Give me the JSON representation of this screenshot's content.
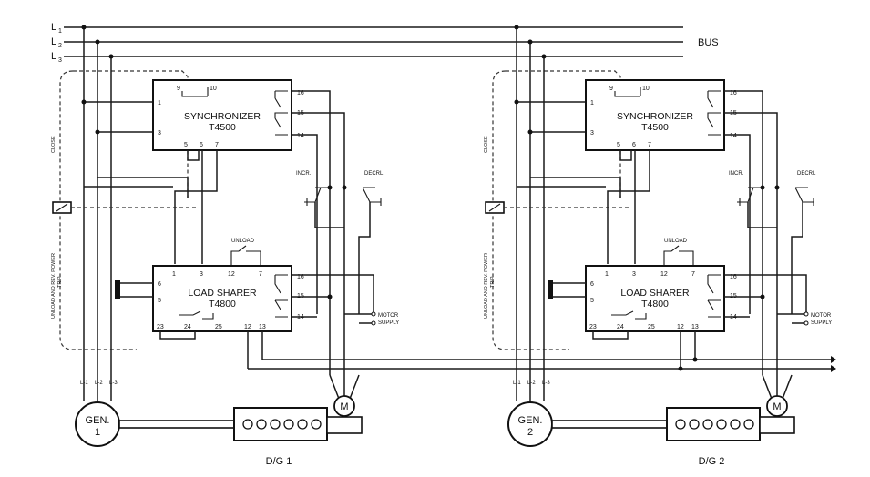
{
  "bus": {
    "lines": [
      {
        "letter": "L",
        "sub": "1"
      },
      {
        "letter": "L",
        "sub": "2"
      },
      {
        "letter": "L",
        "sub": "3"
      }
    ],
    "label": "BUS"
  },
  "units": [
    {
      "synchronizer": {
        "title": "SYNCHRONIZER",
        "model": "T4500",
        "pins": {
          "p9": "9",
          "p10": "10",
          "p1": "1",
          "p3": "3",
          "p5": "5",
          "p6": "6",
          "p7": "7",
          "p16": "16",
          "p15": "15",
          "p14": "14"
        }
      },
      "load_sharer": {
        "title": "LOAD SHARER",
        "model": "T4800",
        "pins": {
          "p1": "1",
          "p3": "3",
          "p12": "12",
          "p7": "7",
          "p6": "6",
          "p5": "5",
          "p16": "16",
          "p15": "15",
          "p14": "14",
          "p23": "23",
          "p24": "24",
          "p25": "25",
          "p12b": "12",
          "p13": "13"
        }
      },
      "labels": {
        "close": "CLOSE",
        "unload": "UNLOAD",
        "incr": "INCR.",
        "decr": "DECRL",
        "unload_rev": "UNLOAD AND REV. POWER",
        "trip": "TRIP",
        "motor_supply_1": "MOTOR",
        "motor_supply_2": "SUPPLY"
      },
      "phases": [
        "L-1",
        "L-2",
        "L-3"
      ],
      "motor": "M",
      "generator": {
        "line1": "GEN.",
        "line2": "1"
      },
      "engine_label": "D/G 1"
    },
    {
      "synchronizer": {
        "title": "SYNCHRONIZER",
        "model": "T4500",
        "pins": {
          "p9": "9",
          "p10": "10",
          "p1": "1",
          "p3": "3",
          "p5": "5",
          "p6": "6",
          "p7": "7",
          "p16": "16",
          "p15": "15",
          "p14": "14"
        }
      },
      "load_sharer": {
        "title": "LOAD SHARER",
        "model": "T4800",
        "pins": {
          "p1": "1",
          "p3": "3",
          "p12": "12",
          "p7": "7",
          "p6": "6",
          "p5": "5",
          "p16": "16",
          "p15": "15",
          "p14": "14",
          "p23": "23",
          "p24": "24",
          "p25": "25",
          "p12b": "12",
          "p13": "13"
        }
      },
      "labels": {
        "close": "CLOSE",
        "unload": "UNLOAD",
        "incr": "INCR.",
        "decr": "DECRL",
        "unload_rev": "UNLOAD AND REV. POWER",
        "trip": "TRIP",
        "motor_supply_1": "MOTOR",
        "motor_supply_2": "SUPPLY"
      },
      "phases": [
        "L-1",
        "L-2",
        "L-3"
      ],
      "motor": "M",
      "generator": {
        "line1": "GEN.",
        "line2": "2"
      },
      "engine_label": "D/G 2"
    }
  ]
}
